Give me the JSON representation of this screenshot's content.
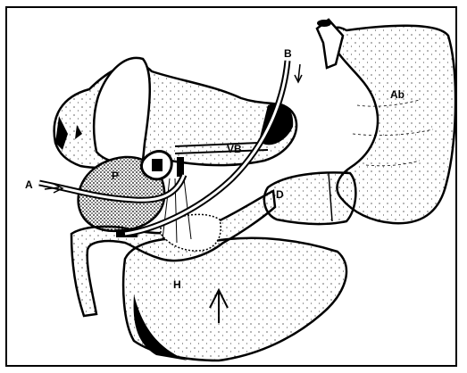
{
  "labels": {
    "ab": "Ab",
    "p": "P",
    "d": "D",
    "h": "H",
    "vb": "VB",
    "a": "A",
    "b": "B"
  },
  "colors": {
    "ink": "#000000",
    "paper": "#ffffff"
  }
}
